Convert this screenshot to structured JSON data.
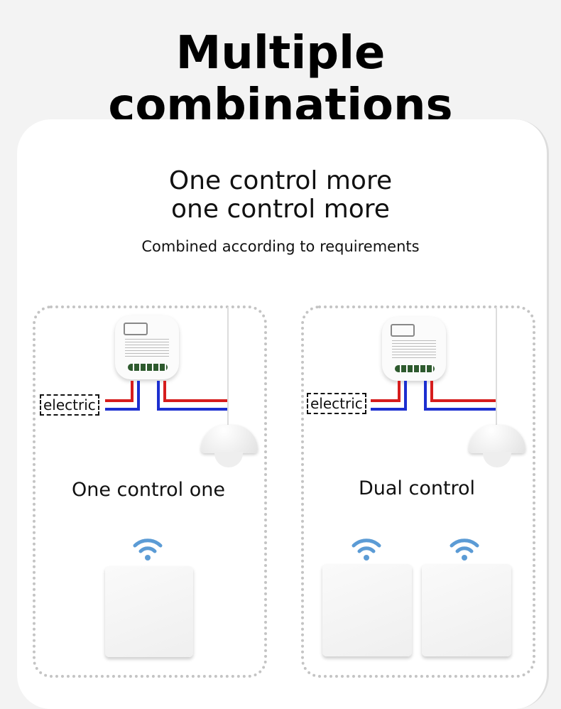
{
  "header": {
    "title": "Multiple combinations"
  },
  "intro": {
    "line1": "One control more",
    "line2": "one control more",
    "subtitle": "Combined according to requirements"
  },
  "panels": [
    {
      "label": "One control one",
      "source_label": "electric",
      "switch_count": 1
    },
    {
      "label": "Dual control",
      "source_label": "electric",
      "switch_count": 2
    }
  ],
  "colors": {
    "live_wire": "#d61d1d",
    "neutral_wire": "#1c2fd0",
    "wifi": "#5b9bd5"
  }
}
